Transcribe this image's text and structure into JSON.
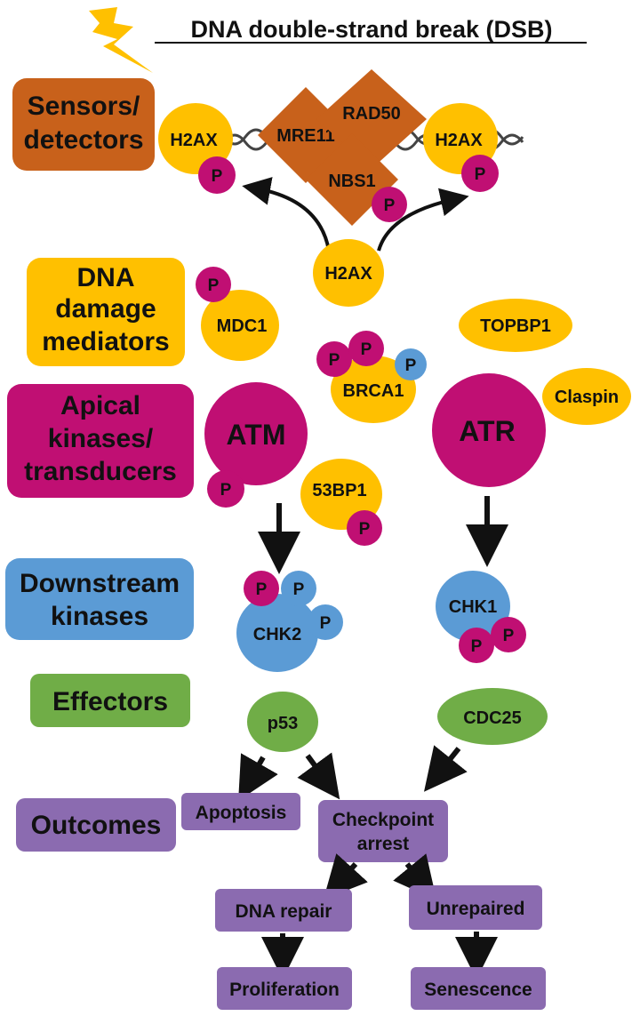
{
  "title": "DNA double-strand break (DSB)",
  "colors": {
    "sensor": "#C8611B",
    "mediator": "#FFC000",
    "kinase": "#C00F73",
    "downstream": "#5B9BD5",
    "effector": "#70AD47",
    "outcome": "#8B6BB0",
    "arrow": "#111111"
  },
  "categories": {
    "sensors": "Sensors/ detectors",
    "sensors_l1": "Sensors/",
    "sensors_l2": "detectors",
    "mediators_l1": "DNA",
    "mediators_l2": "damage",
    "mediators_l3": "mediators",
    "apical_l1": "Apical",
    "apical_l2": "kinases/",
    "apical_l3": "transducers",
    "downstream_l1": "Downstream",
    "downstream_l2": "kinases",
    "effectors": "Effectors",
    "outcomes": "Outcomes"
  },
  "molecules": {
    "h2ax": "H2AX",
    "mre11": "MRE11",
    "rad50": "RAD50",
    "nbs1": "NBS1",
    "mdc1": "MDC1",
    "topbp1": "TOPBP1",
    "brca1": "BRCA1",
    "claspin": "Claspin",
    "atm": "ATM",
    "atr": "ATR",
    "p53bp1": "53BP1",
    "chk2": "CHK2",
    "chk1": "CHK1",
    "p53": "p53",
    "cdc25": "CDC25",
    "phospho": "P"
  },
  "outcomes": {
    "apoptosis": "Apoptosis",
    "checkpoint_l1": "Checkpoint",
    "checkpoint_l2": "arrest",
    "dna_repair": "DNA repair",
    "unrepaired": "Unrepaired",
    "proliferation": "Proliferation",
    "senescence": "Senescence"
  }
}
